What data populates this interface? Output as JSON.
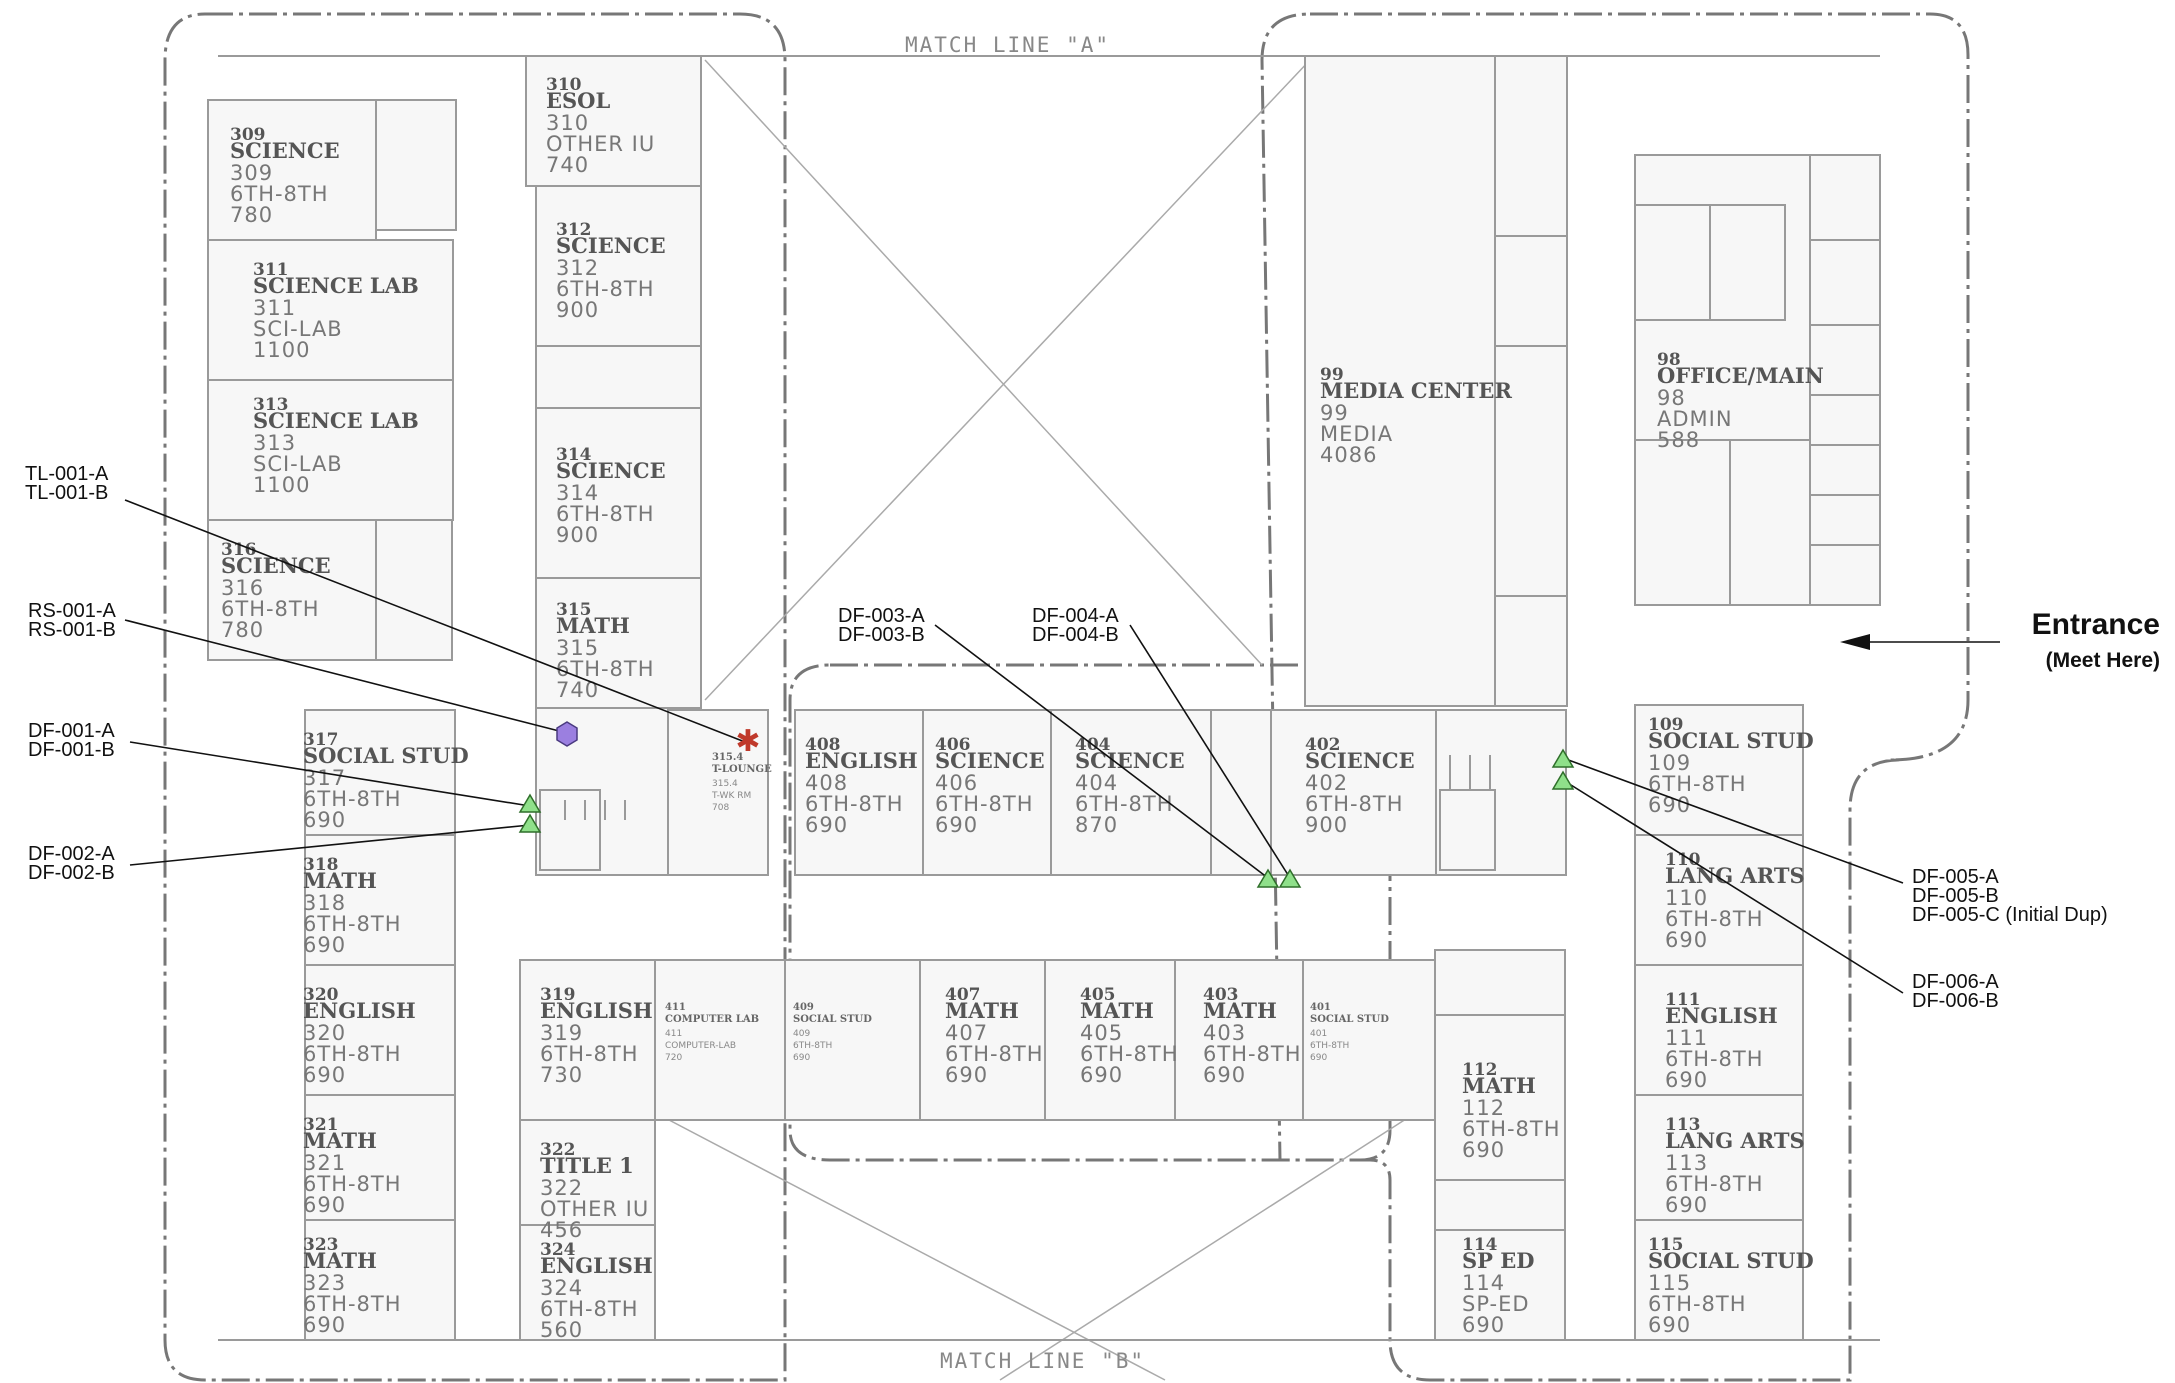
{
  "match_lines": {
    "a": "MATCH LINE \"A\"",
    "b": "MATCH LINE \"B\""
  },
  "entrance": {
    "title": "Entrance",
    "subtitle": "(Meet Here)"
  },
  "rooms": [
    {
      "num": "309",
      "name": "SCIENCE",
      "line1": "309",
      "line2": "6TH-8TH",
      "line3": "780"
    },
    {
      "num": "310",
      "name": "ESOL",
      "line1": "310",
      "line2": "OTHER IU",
      "line3": "740"
    },
    {
      "num": "311",
      "name": "SCIENCE LAB",
      "line1": "311",
      "line2": "SCI-LAB",
      "line3": "1100"
    },
    {
      "num": "312",
      "name": "SCIENCE",
      "line1": "312",
      "line2": "6TH-8TH",
      "line3": "900"
    },
    {
      "num": "313",
      "name": "SCIENCE LAB",
      "line1": "313",
      "line2": "SCI-LAB",
      "line3": "1100"
    },
    {
      "num": "314",
      "name": "SCIENCE",
      "line1": "314",
      "line2": "6TH-8TH",
      "line3": "900"
    },
    {
      "num": "316",
      "name": "SCIENCE",
      "line1": "316",
      "line2": "6TH-8TH",
      "line3": "780"
    },
    {
      "num": "315",
      "name": "MATH",
      "line1": "315",
      "line2": "6TH-8TH",
      "line3": "740"
    },
    {
      "num": "317",
      "name": "SOCIAL STUD",
      "line1": "317",
      "line2": "6TH-8TH",
      "line3": "690"
    },
    {
      "num": "318",
      "name": "MATH",
      "line1": "318",
      "line2": "6TH-8TH",
      "line3": "690"
    },
    {
      "num": "320",
      "name": "ENGLISH",
      "line1": "320",
      "line2": "6TH-8TH",
      "line3": "690"
    },
    {
      "num": "321",
      "name": "MATH",
      "line1": "321",
      "line2": "6TH-8TH",
      "line3": "690"
    },
    {
      "num": "323",
      "name": "MATH",
      "line1": "323",
      "line2": "6TH-8TH",
      "line3": "690"
    },
    {
      "num": "319",
      "name": "ENGLISH",
      "line1": "319",
      "line2": "6TH-8TH",
      "line3": "730"
    },
    {
      "num": "322",
      "name": "TITLE 1",
      "line1": "322",
      "line2": "OTHER IU",
      "line3": "456"
    },
    {
      "num": "324",
      "name": "ENGLISH",
      "line1": "324",
      "line2": "6TH-8TH",
      "line3": "560"
    },
    {
      "num": "408",
      "name": "ENGLISH",
      "line1": "408",
      "line2": "6TH-8TH",
      "line3": "690"
    },
    {
      "num": "406",
      "name": "SCIENCE",
      "line1": "406",
      "line2": "6TH-8TH",
      "line3": "690"
    },
    {
      "num": "404",
      "name": "SCIENCE",
      "line1": "404",
      "line2": "6TH-8TH",
      "line3": "870"
    },
    {
      "num": "402",
      "name": "SCIENCE",
      "line1": "402",
      "line2": "6TH-8TH",
      "line3": "900"
    },
    {
      "num": "407",
      "name": "MATH",
      "line1": "407",
      "line2": "6TH-8TH",
      "line3": "690"
    },
    {
      "num": "405",
      "name": "MATH",
      "line1": "405",
      "line2": "6TH-8TH",
      "line3": "690"
    },
    {
      "num": "403",
      "name": "MATH",
      "line1": "403",
      "line2": "6TH-8TH",
      "line3": "690"
    },
    {
      "num": "99",
      "name": "MEDIA CENTER",
      "line1": "99",
      "line2": "MEDIA",
      "line3": "4086"
    },
    {
      "num": "98",
      "name": "OFFICE/MAIN",
      "line1": "98",
      "line2": "ADMIN",
      "line3": "588"
    },
    {
      "num": "109",
      "name": "SOCIAL STUD",
      "line1": "109",
      "line2": "6TH-8TH",
      "line3": "690"
    },
    {
      "num": "110",
      "name": "LANG ARTS",
      "line1": "110",
      "line2": "6TH-8TH",
      "line3": "690"
    },
    {
      "num": "111",
      "name": "ENGLISH",
      "line1": "111",
      "line2": "6TH-8TH",
      "line3": "690"
    },
    {
      "num": "113",
      "name": "LANG ARTS",
      "line1": "113",
      "line2": "6TH-8TH",
      "line3": "690"
    },
    {
      "num": "115",
      "name": "SOCIAL STUD",
      "line1": "115",
      "line2": "6TH-8TH",
      "line3": "690"
    },
    {
      "num": "112",
      "name": "MATH",
      "line1": "112",
      "line2": "6TH-8TH",
      "line3": "690"
    },
    {
      "num": "114",
      "name": "SP ED",
      "line1": "114",
      "line2": "SP-ED",
      "line3": "690"
    }
  ],
  "small_rooms": [
    {
      "num": "411",
      "name": "COMPUTER LAB",
      "line1": "411",
      "line2": "COMPUTER-LAB",
      "line3": "720"
    },
    {
      "num": "409",
      "name": "SOCIAL STUD",
      "line1": "409",
      "line2": "6TH-8TH",
      "line3": "690"
    },
    {
      "num": "401",
      "name": "SOCIAL STUD",
      "line1": "401",
      "line2": "6TH-8TH",
      "line3": "690"
    },
    {
      "num": "315.4",
      "name": "T-LOUNGE",
      "line1": "315.4",
      "line2": "T-WK RM",
      "line3": "708"
    }
  ],
  "callouts": [
    {
      "lines": [
        "TL-001-A",
        "TL-001-B"
      ]
    },
    {
      "lines": [
        "RS-001-A",
        "RS-001-B"
      ]
    },
    {
      "lines": [
        "DF-001-A",
        "DF-001-B"
      ]
    },
    {
      "lines": [
        "DF-002-A",
        "DF-002-B"
      ]
    },
    {
      "lines": [
        "DF-003-A",
        "DF-003-B"
      ]
    },
    {
      "lines": [
        "DF-004-A",
        "DF-004-B"
      ]
    },
    {
      "lines": [
        "DF-005-A",
        "DF-005-B",
        "DF-005-C (Initial Dup)"
      ]
    },
    {
      "lines": [
        "DF-006-A",
        "DF-006-B"
      ]
    }
  ],
  "colors": {
    "fountain_marker": "#8fe08a",
    "sink_marker": "#9b7fe0",
    "lounge_marker": "#c0392b"
  }
}
